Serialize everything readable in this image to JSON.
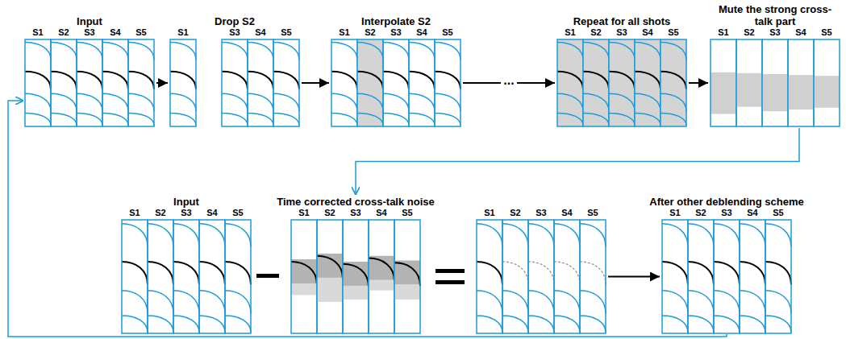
{
  "diagram": {
    "nodes": [
      {
        "text": [
          "Input",
          "S1",
          "S2",
          "S3",
          "S4",
          "S5"
        ]
      },
      {
        "text": [
          "Drop S2",
          "S1",
          "S3",
          "S4",
          "S5"
        ]
      },
      {
        "text": [
          "Interpolate S2",
          "S1",
          "S2",
          "S3",
          "S4",
          "S5"
        ]
      },
      {
        "text": [
          "Repeat for all shots",
          "S1",
          "S2",
          "S3",
          "S4",
          "S5"
        ]
      },
      {
        "text": [
          "Mute the strong cross-talk part",
          "S1",
          "S2",
          "S3",
          "S4",
          "S5"
        ]
      },
      {
        "text": [
          "Input",
          "S1",
          "S2",
          "S3",
          "S4",
          "S5"
        ]
      },
      {
        "text": [
          "Time corrected cross-talk noise",
          "S1",
          "S2",
          "S3",
          "S4",
          "S5"
        ]
      },
      {
        "text": [
          "S1",
          "S2",
          "S3",
          "S4",
          "S5"
        ]
      },
      {
        "text": [
          "After other deblending scheme",
          "S1",
          "S2",
          "S3",
          "S4",
          "S5"
        ]
      }
    ],
    "edges": [
      {
        "from": 0,
        "to": 1,
        "arrow": "to"
      },
      {
        "from": 1,
        "to": 2,
        "arrow": "to"
      },
      {
        "from": 2,
        "to": 3,
        "label": "...",
        "arrow": "to"
      },
      {
        "from": 3,
        "to": 4,
        "arrow": "to"
      },
      {
        "from": 4,
        "to": 6,
        "arrow": "to"
      },
      {
        "from": 7,
        "to": 8,
        "arrow": "to"
      },
      {
        "from": 8,
        "to": 0,
        "arrow": "to"
      }
    ]
  }
}
